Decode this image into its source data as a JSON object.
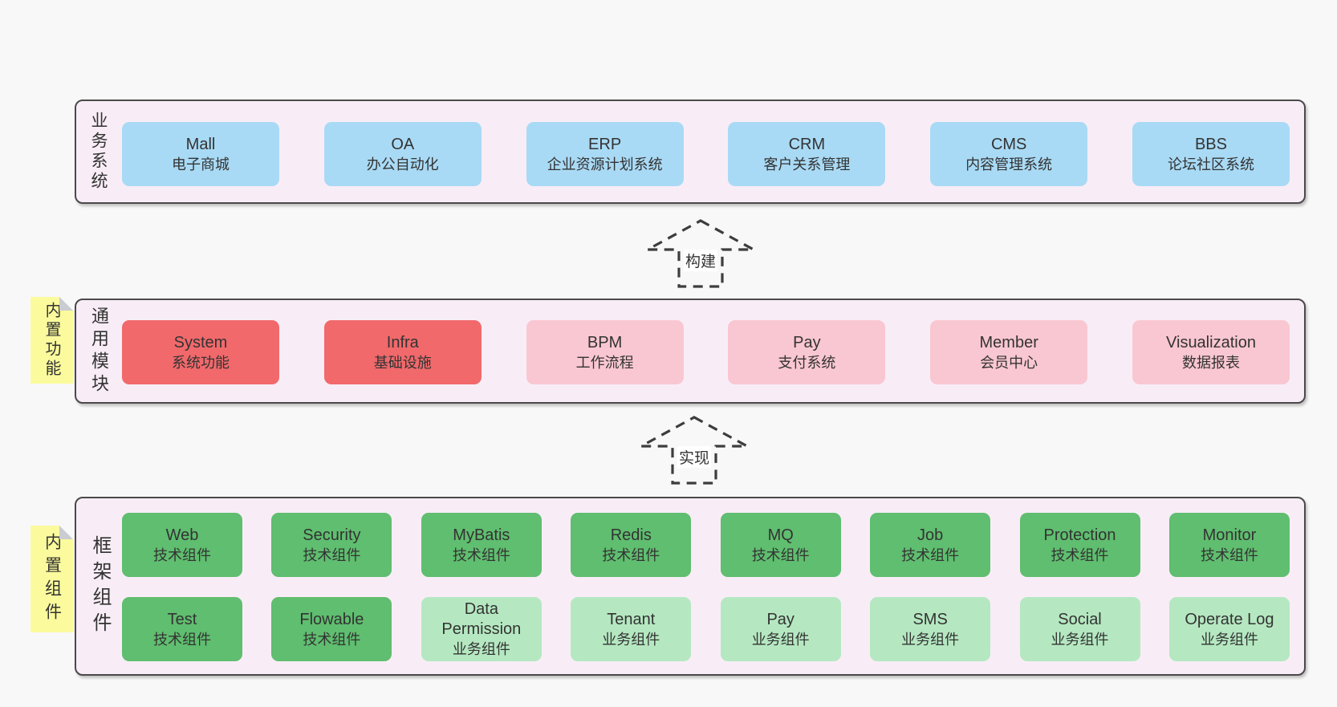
{
  "palette": {
    "page_bg": "#f8f8f8",
    "band_bg": "#f8edf6",
    "band_border": "#4a4a4a",
    "blue_box": "#a9daf5",
    "red_box": "#f1696b",
    "pink_box": "#f9c7d1",
    "green_box": "#5fbe6f",
    "light_green_box": "#b5e8c1",
    "sticky_yellow": "#fbfb9d",
    "sticky_fold_gray": "#c9ccd0",
    "text": "#333333",
    "arrow_stroke": "#3d3d3d"
  },
  "bands": {
    "business": {
      "label": "业务系统",
      "boxes": [
        {
          "title": "Mall",
          "subtitle": "电子商城"
        },
        {
          "title": "OA",
          "subtitle": "办公自动化"
        },
        {
          "title": "ERP",
          "subtitle": "企业资源计划系统"
        },
        {
          "title": "CRM",
          "subtitle": "客户关系管理"
        },
        {
          "title": "CMS",
          "subtitle": "内容管理系统"
        },
        {
          "title": "BBS",
          "subtitle": "论坛社区系统"
        }
      ]
    },
    "modules": {
      "label": "通用模块",
      "sticky": "内置功能",
      "boxes": [
        {
          "title": "System",
          "subtitle": "系统功能"
        },
        {
          "title": "Infra",
          "subtitle": "基础设施"
        },
        {
          "title": "BPM",
          "subtitle": "工作流程"
        },
        {
          "title": "Pay",
          "subtitle": "支付系统"
        },
        {
          "title": "Member",
          "subtitle": "会员中心"
        },
        {
          "title": "Visualization",
          "subtitle": "数据报表"
        }
      ]
    },
    "components": {
      "label": "框架组件",
      "sticky": "内置组件",
      "row1": [
        {
          "title": "Web",
          "subtitle": "技术组件"
        },
        {
          "title": "Security",
          "subtitle": "技术组件"
        },
        {
          "title": "MyBatis",
          "subtitle": "技术组件"
        },
        {
          "title": "Redis",
          "subtitle": "技术组件"
        },
        {
          "title": "MQ",
          "subtitle": "技术组件"
        },
        {
          "title": "Job",
          "subtitle": "技术组件"
        },
        {
          "title": "Protection",
          "subtitle": "技术组件"
        },
        {
          "title": "Monitor",
          "subtitle": "技术组件"
        }
      ],
      "row2": [
        {
          "title": "Test",
          "subtitle": "技术组件"
        },
        {
          "title": "Flowable",
          "subtitle": "技术组件"
        },
        {
          "title": "Data Permission",
          "subtitle": "业务组件"
        },
        {
          "title": "Tenant",
          "subtitle": "业务组件"
        },
        {
          "title": "Pay",
          "subtitle": "业务组件"
        },
        {
          "title": "SMS",
          "subtitle": "业务组件"
        },
        {
          "title": "Social",
          "subtitle": "业务组件"
        },
        {
          "title": "Operate Log",
          "subtitle": "业务组件"
        }
      ]
    }
  },
  "arrows": [
    {
      "label": "构建"
    },
    {
      "label": "实现"
    }
  ]
}
